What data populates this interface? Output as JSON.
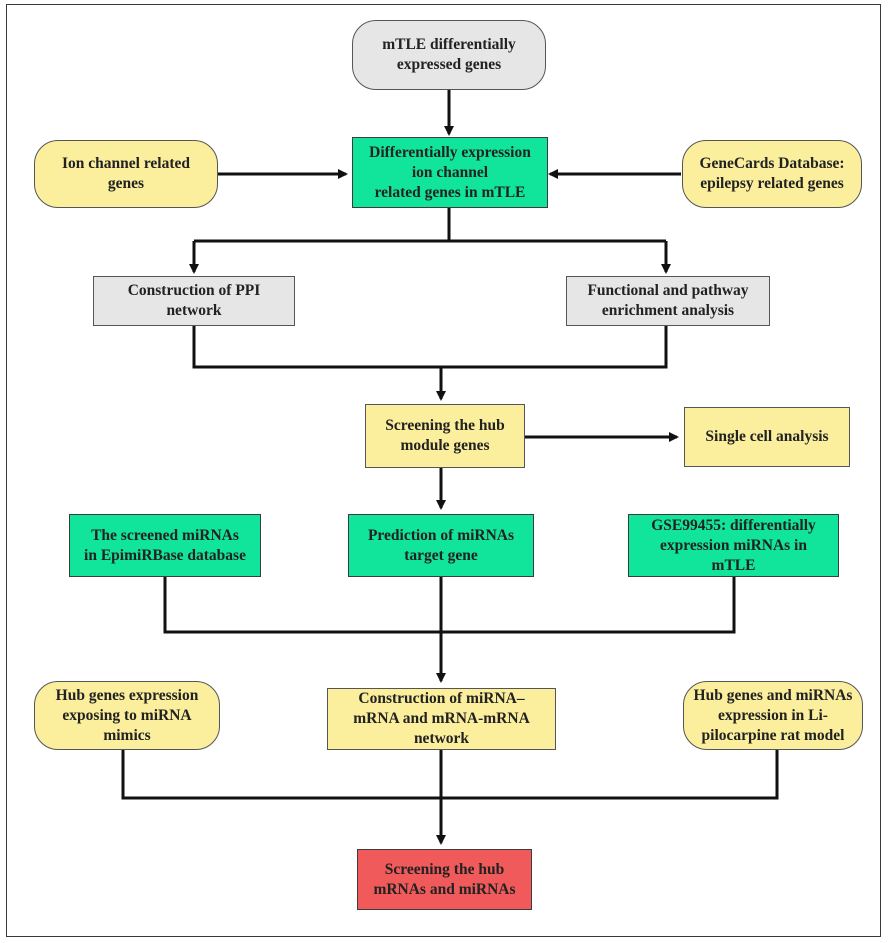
{
  "nodes": {
    "mtle_degs": "mTLE differentially\nexpressed genes",
    "ion_channel_genes": "Ion channel related\ngenes",
    "de_ion_channel": "Differentially expression\nion channel\nrelated genes in mTLE",
    "genecards": "GeneCards Database:\nepilepsy related genes",
    "ppi": "Construction of PPI\nnetwork",
    "enrichment": "Functional and pathway\nenrichment analysis",
    "hub_module": "Screening the hub\nmodule genes",
    "single_cell": "Single cell analysis",
    "epimirbase": "The screened miRNAs\nin EpimiRBase database",
    "target_prediction": "Prediction of miRNAs\ntarget gene",
    "gse99455": "GSE99455:   differentially\nexpression miRNAs in\nmTLE",
    "mimics": "Hub genes expression\nexposing to miRNA\nmimics",
    "network": "Construction of miRNA–\nmRNA and mRNA-mRNA\nnetwork",
    "rat_model": "Hub genes and miRNAs\nexpression in Li-\npilocarpine rat model",
    "final": "Screening the hub\nmRNAs and miRNAs"
  },
  "colors": {
    "grey": "#e6e6e6",
    "yellow": "#fbee9c",
    "green": "#10e59b",
    "red": "#f05a5a"
  }
}
